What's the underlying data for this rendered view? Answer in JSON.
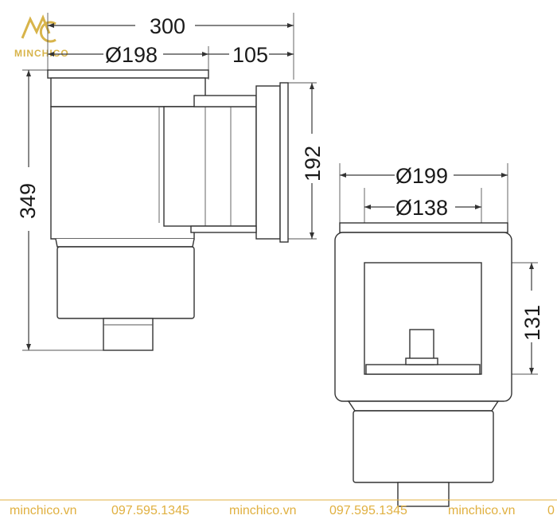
{
  "brand": {
    "logo_text": "MINCHICO",
    "accent_color": "#d8b44a"
  },
  "dimensions": {
    "side_view": {
      "overall_width": "300",
      "top_diameter": "Ø198",
      "extension": "105",
      "height": "349",
      "mouth_height": "192"
    },
    "front_view": {
      "outer_diameter": "Ø199",
      "inner_diameter": "Ø138",
      "opening_height": "131"
    }
  },
  "footer": {
    "website": "minchico.vn",
    "phone": "097.595.1345",
    "website_2": "minchico.vn",
    "phone_2": "097.595.1345",
    "website_3": "minchico.vn",
    "trailing": "0"
  }
}
